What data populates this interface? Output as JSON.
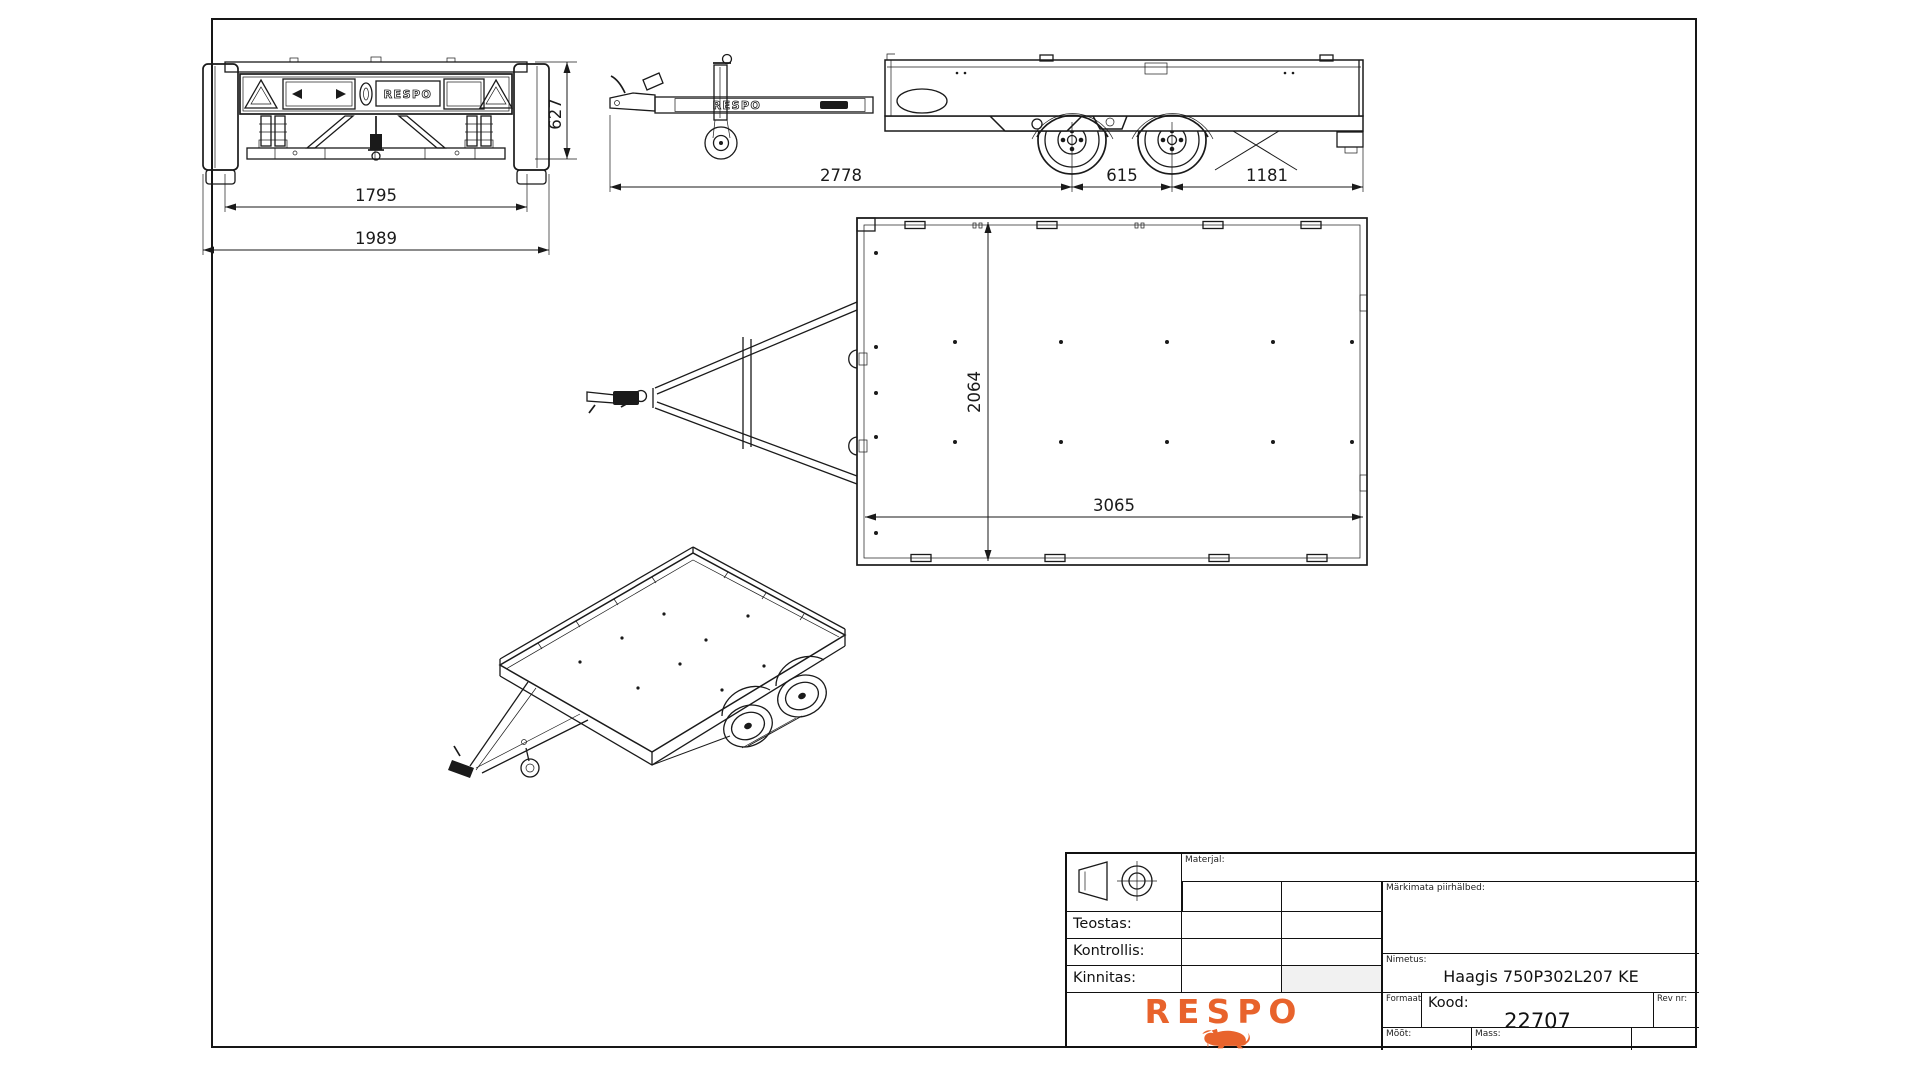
{
  "page": {
    "background": "#ffffff",
    "line_color": "#1a1a1a"
  },
  "brand": {
    "logo_text": "RESPO",
    "logo_color": "#e8632c"
  },
  "views": {
    "rear": {
      "decal_text": "RESPO",
      "dim_inner_width": "1795",
      "dim_overall_width": "1989",
      "dim_height": "627"
    },
    "side": {
      "decal_text": "RESPO",
      "dim_hitch_to_first_axle": "2778",
      "dim_axle_spacing": "615",
      "dim_axle_to_rear": "1181"
    },
    "top": {
      "dim_platform_width": "2064",
      "dim_platform_length": "3065"
    }
  },
  "title_block": {
    "materjal_label": "Materjal:",
    "teostas_label": "Teostas:",
    "kontrollis_label": "Kontrollis:",
    "kinnitas_label": "Kinnitas:",
    "tolerances_label": "Märkimata piirhälbed:",
    "nimetus_label": "Nimetus:",
    "nimetus_value": "Haagis 750P302L207 KE",
    "formaat_label": "Formaat",
    "kood_label": "Kood:",
    "kood_value": "22707",
    "rev_label": "Rev nr:",
    "moot_label": "Mõõt:",
    "mass_label": "Mass:"
  }
}
